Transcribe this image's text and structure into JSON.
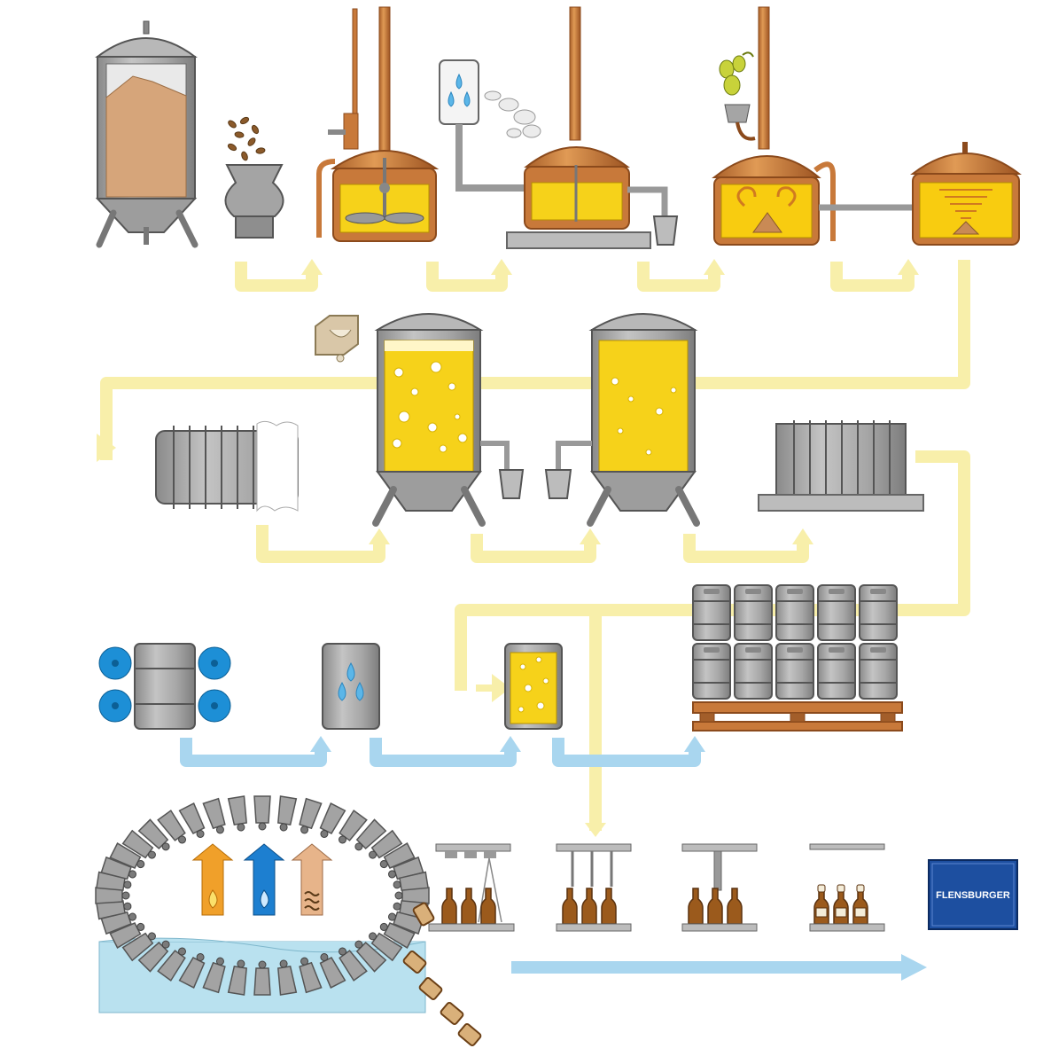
{
  "colors": {
    "beer": "#f6d21a",
    "beer_light": "#fbe77a",
    "copper": "#c8793a",
    "copper_dark": "#8b4a1c",
    "steel": "#a9a9a9",
    "steel_dark": "#6e6e6e",
    "pipe_yellow": "#f8efaa",
    "pipe_blue": "#a9d6ef",
    "water": "#b9e1ef",
    "brush_blue": "#1d8fd6",
    "malt": "#d6a57a",
    "bottle_brown": "#9b5a1c",
    "brand_blue": "#1d4fa0",
    "flame_orange": "#f0a02a",
    "icon_blue": "#1d7fd0"
  },
  "sections": [
    {
      "id": "brewhouse",
      "steps": [
        "malt-silo",
        "mill",
        "mash-tun",
        "lauter-tun",
        "wort-kettle",
        "whirlpool"
      ]
    },
    {
      "id": "cellar",
      "steps": [
        "wort-cooler",
        "fermentation-tank",
        "storage-tank",
        "filter"
      ]
    },
    {
      "id": "kegging",
      "steps": [
        "keg-washer",
        "keg-rinse",
        "keg-filler",
        "keg-pallet"
      ]
    },
    {
      "id": "bottling",
      "steps": [
        "bottle-washer",
        "bottle-filler",
        "bottle-capper",
        "bottle-labeller",
        "crate"
      ]
    }
  ],
  "icons": [
    "malt-grain-icon",
    "water-drops-icon",
    "steam-icon",
    "hops-icon",
    "yeast-icon",
    "ice-icon",
    "brush-icon",
    "flame-icon",
    "heat-waves-icon"
  ],
  "brand": {
    "label": "FLENSBURGER"
  }
}
